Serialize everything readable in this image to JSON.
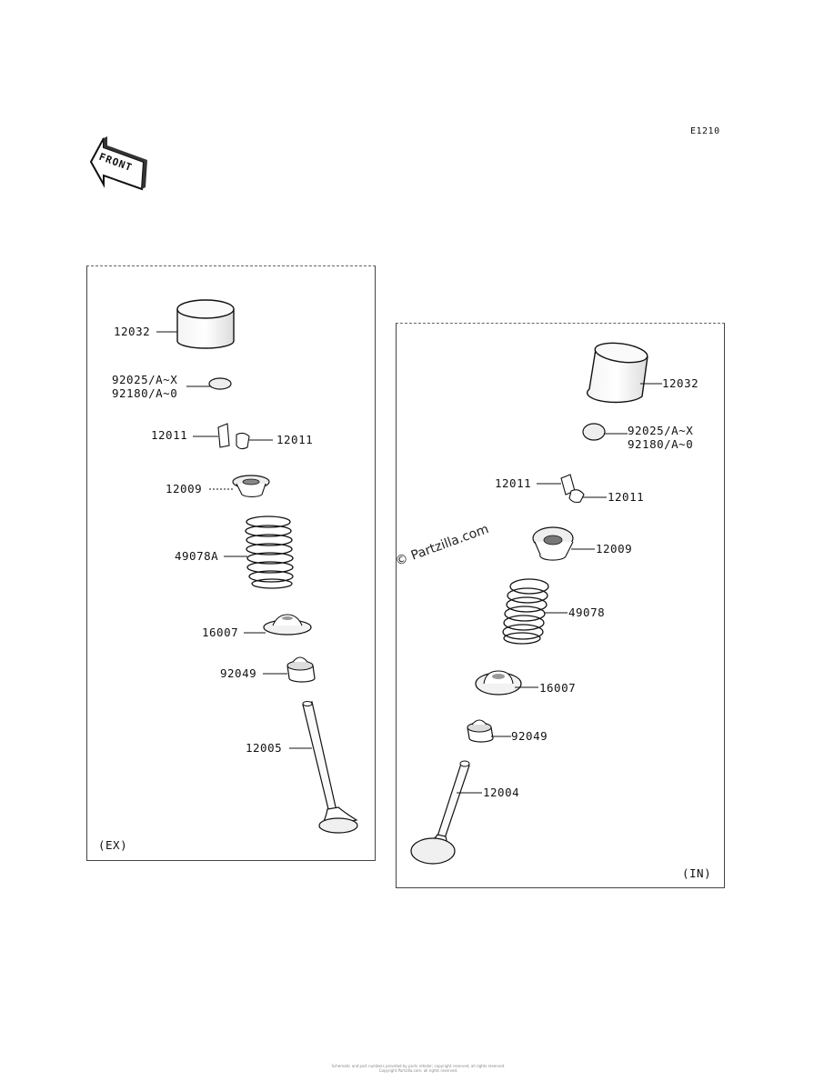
{
  "diagram_code": "E1210",
  "front_arrow_label": "FRONT",
  "watermark": "© Partzilla.com",
  "footer_line1": "Schematic and part numbers provided by parts retailer; copyright reserved, all rights reserved.",
  "footer_line2": "Copyright Partzilla.com, all rights reserved.",
  "exhaust_panel": {
    "caption": "(EX)",
    "labels": {
      "tappet": "12032",
      "shim_a": "92025/A~X",
      "shim_b": "92180/A~0",
      "cotter_left": "12011",
      "cotter_right": "12011",
      "retainer": "12009",
      "spring": "49078A",
      "spring_seat": "16007",
      "oil_seal": "92049",
      "valve": "12005"
    }
  },
  "intake_panel": {
    "caption": "(IN)",
    "labels": {
      "tappet": "12032",
      "shim_a": "92025/A~X",
      "shim_b": "92180/A~0",
      "cotter_left": "12011",
      "cotter_right": "12011",
      "retainer": "12009",
      "spring": "49078",
      "spring_seat": "16007",
      "oil_seal": "92049",
      "valve": "12004"
    }
  }
}
